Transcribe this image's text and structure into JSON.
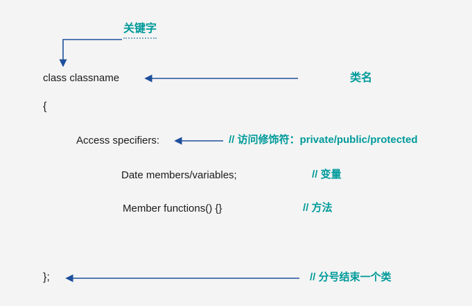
{
  "colors": {
    "background": "#f4f4f4",
    "teal_accent": "#009a9a",
    "arrow_blue": "#1e4f9c",
    "text_black": "#1a1a1a"
  },
  "diagram": {
    "keyword_label": "关键字",
    "class_declaration": "class classname",
    "class_name_label": "类名",
    "open_brace": "{",
    "access_specifiers_text": "Access specifiers:",
    "access_specifiers_comment": "// 访问修饰符：private/public/protected",
    "data_members_text": "Date members/variables;",
    "data_members_comment": "// 变量",
    "member_functions_text": "Member functions() {}",
    "member_functions_comment": "// 方法",
    "close_brace": "};",
    "close_brace_comment": "// 分号结束一个类"
  }
}
